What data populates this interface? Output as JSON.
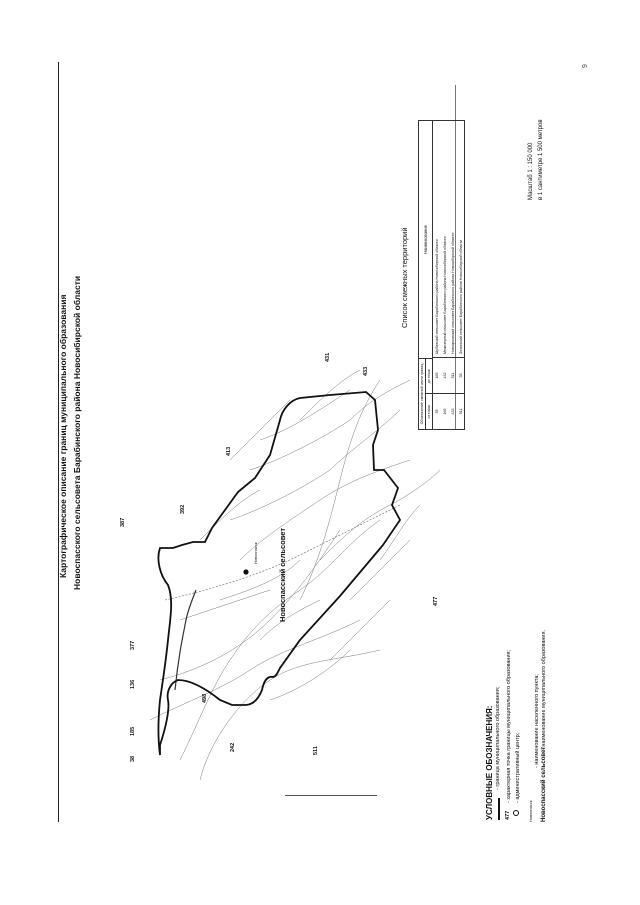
{
  "page_number": "9",
  "title": {
    "line1": "Картографическое описание границ муниципального образования",
    "line2": "Новоспасского сельсовета Барабинского района Новосибирской области"
  },
  "map": {
    "center_label": "Новоспасский сельсовет",
    "settlement_label": "Новоспасск",
    "point_numbers": [
      "38",
      "185",
      "136",
      "377",
      "387",
      "392",
      "413",
      "431",
      "433",
      "477",
      "511",
      "242",
      "498"
    ]
  },
  "adjacent": {
    "title": "Список смежных территорий",
    "col_header_group": "Обозначение смежной части границ",
    "col_from": "от точки",
    "col_to": "до точки",
    "col_name": "Наименование",
    "rows": [
      {
        "from": "35",
        "to": "165",
        "name": "Шубинский сельсовет Барабинского района Новосибирской области"
      },
      {
        "from": "165",
        "to": "432",
        "name": "Межозерный сельсовет Барабинского района Новосибирской области"
      },
      {
        "from": "433",
        "to": "511",
        "name": "Новоярковский сельсовет Барабинского района Новосибирской области"
      },
      {
        "from": "511",
        "to": "35",
        "name": "Зюзинский сельсовет Барабинского района Новосибирской области"
      }
    ]
  },
  "scale": {
    "line1": "Масштаб 1 : 150 000",
    "line2": "в 1 сантиметре 1 500 метров"
  },
  "legend": {
    "title": "УСЛОВНЫЕ ОБОЗНАЧЕНИЯ:",
    "items": [
      {
        "symbol": "",
        "text": "- граница муниципального образования;"
      },
      {
        "symbol": "477",
        "text": "- характерная точка границы муниципального образования;"
      },
      {
        "symbol": "",
        "text": "- административный центр;"
      },
      {
        "symbol": "Новоспасск",
        "text": "- наименование населенного пункта;"
      },
      {
        "symbol": "Новоспасский сельсовет",
        "text": "- наименование муниципального образования."
      }
    ]
  }
}
